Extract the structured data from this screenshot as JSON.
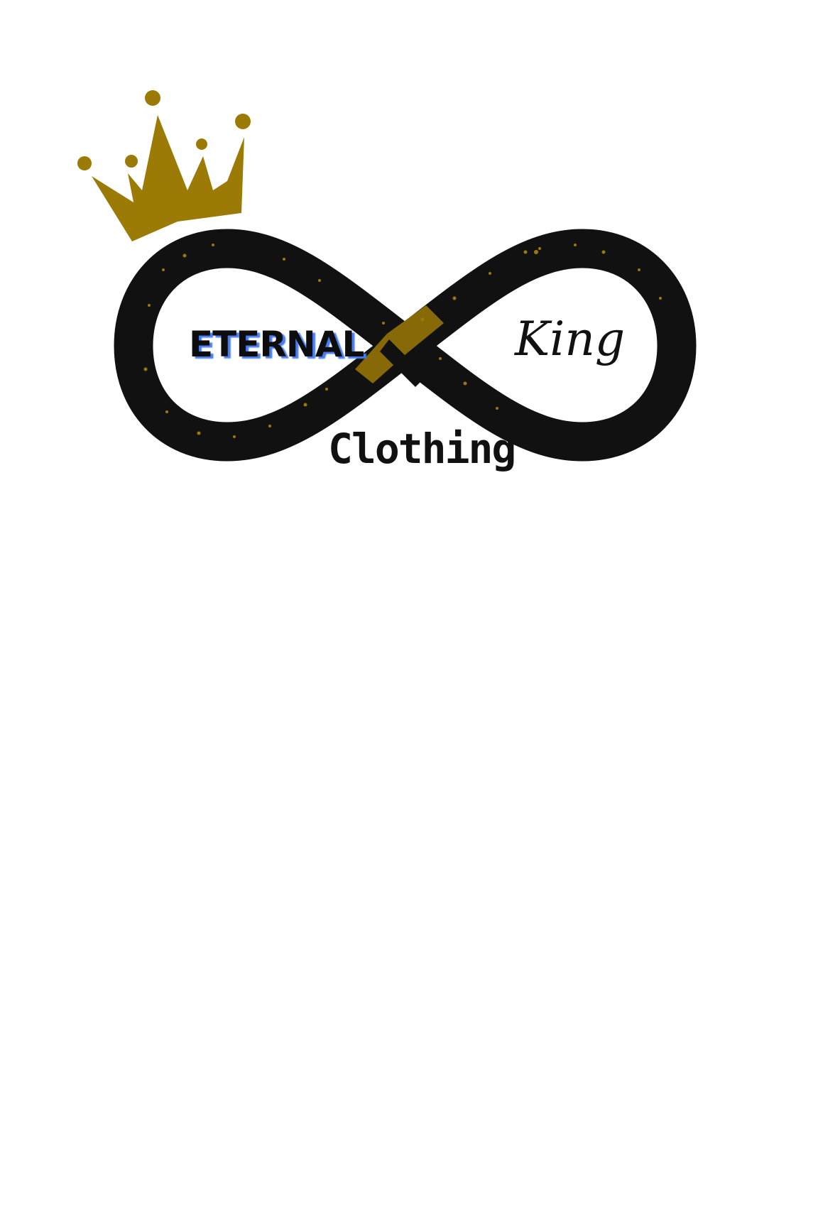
{
  "logo": {
    "word_left": "ETERNAL",
    "word_right": "King",
    "word_bottom": "Clothing",
    "colors": {
      "gold": "#9c7a06",
      "black": "#111111",
      "eternal_shadow": "#4a7cf0",
      "background": "#ffffff"
    }
  }
}
